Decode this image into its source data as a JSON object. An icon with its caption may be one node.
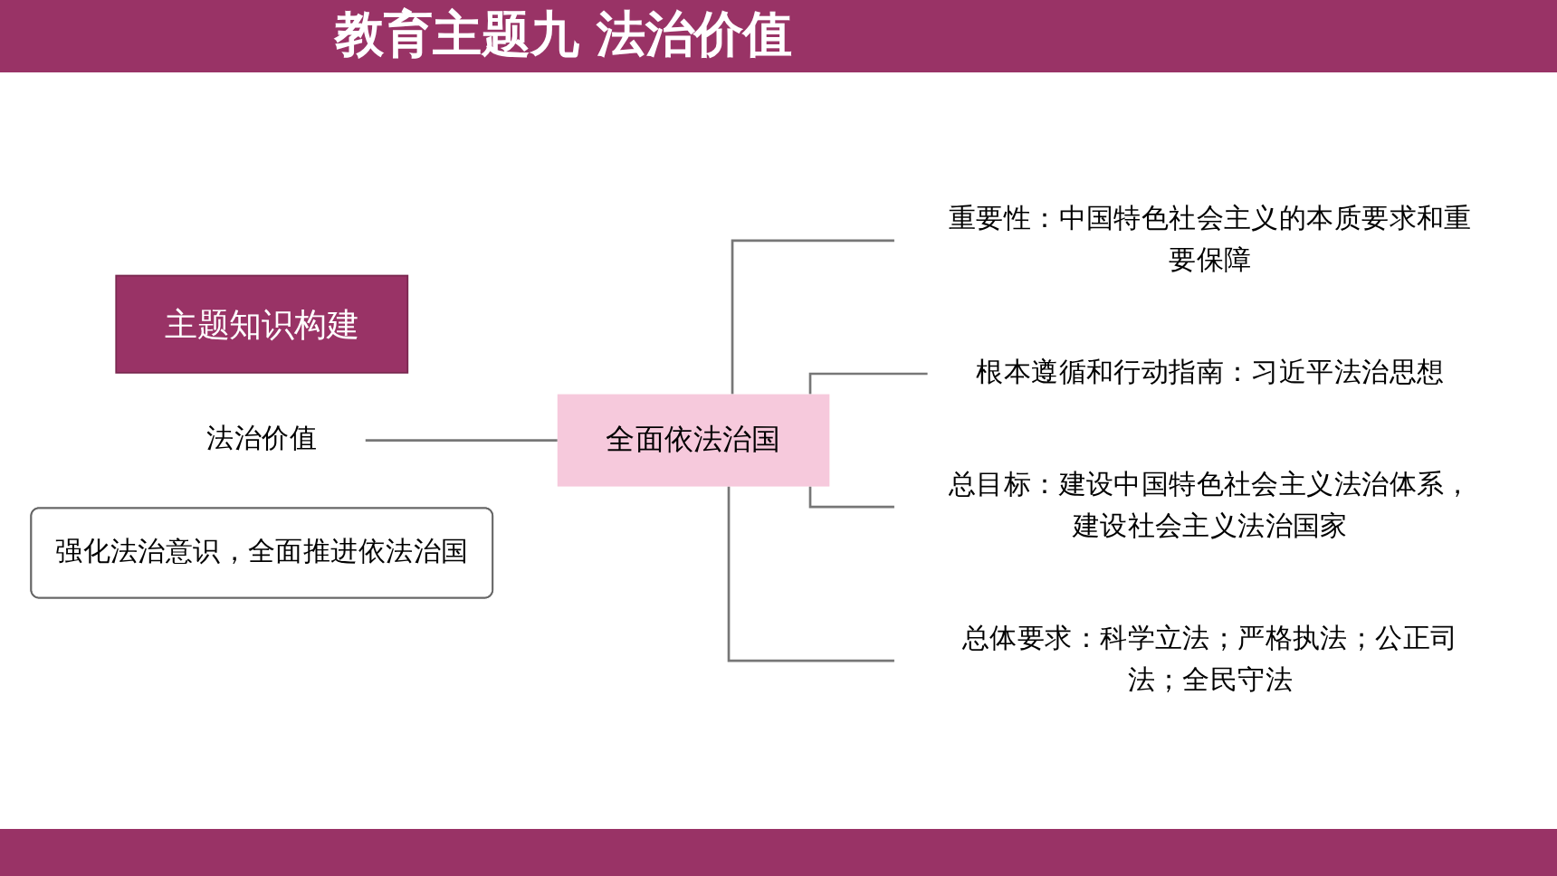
{
  "diagram": {
    "title": "教育主题九 法治价值",
    "nodes": [
      {
        "text": [
          "主题知识构建"
        ]
      },
      {
        "text": [
          "法治价值"
        ]
      },
      {
        "text": [
          "全面依法治国"
        ]
      },
      {
        "text": [
          "重要性：中国特色社会主义的本质要求和重要保障"
        ]
      },
      {
        "text": [
          "根本遵循和行动指南：习近平法治思想"
        ]
      },
      {
        "text": [
          "总目标：建设中国特色社会主义法治体系，建设社会主义法治国家"
        ]
      },
      {
        "text": [
          "总体要求：科学立法；严格执法；公正司法；全民守法"
        ]
      },
      {
        "text": [
          "强化法治意识，全面推进依法治国"
        ]
      }
    ],
    "edges": [
      {
        "from": 1,
        "to": 2,
        "arrow": "none"
      },
      {
        "from": 2,
        "to": 3,
        "arrow": "none"
      },
      {
        "from": 2,
        "to": 4,
        "arrow": "none"
      },
      {
        "from": 2,
        "to": 5,
        "arrow": "none"
      },
      {
        "from": 2,
        "to": 6,
        "arrow": "none"
      }
    ]
  }
}
